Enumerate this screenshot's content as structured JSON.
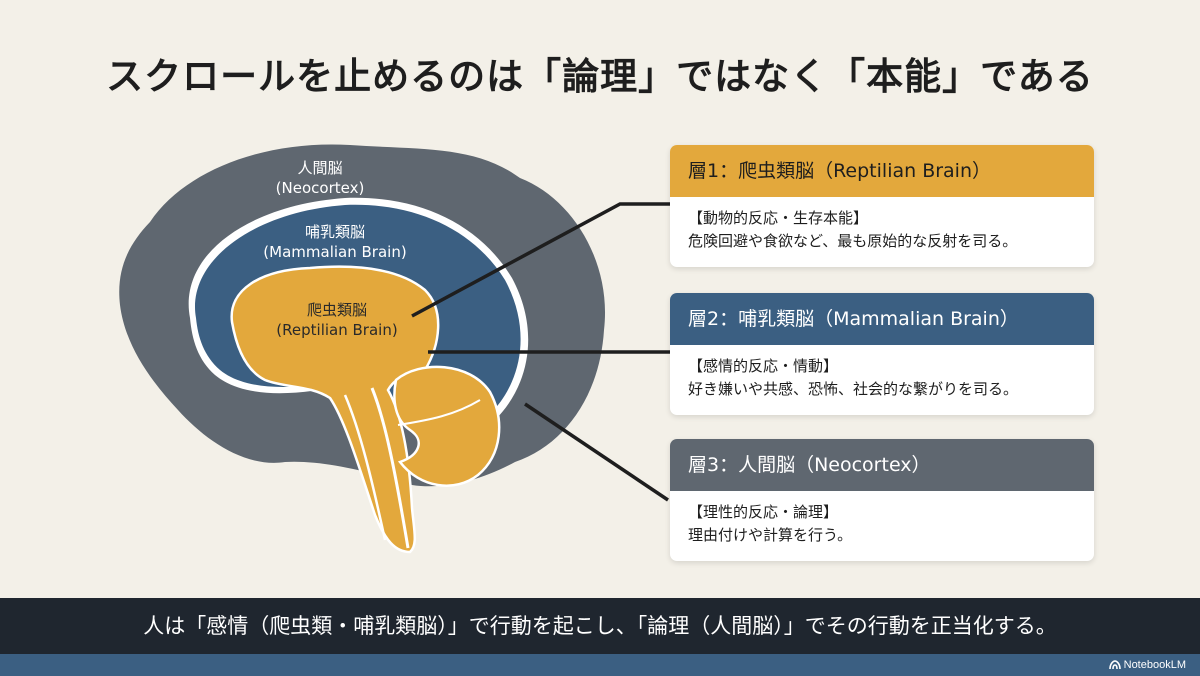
{
  "title": "スクロールを止めるのは「論理」ではなく「本能」である",
  "brain": {
    "neocortex": {
      "name": "人間脳",
      "sub": "(Neocortex)"
    },
    "mammalian": {
      "name": "哺乳類脳",
      "sub": "(Mammalian Brain)"
    },
    "reptilian": {
      "name": "爬虫類脳",
      "sub": "(Reptilian Brain)"
    }
  },
  "cards": [
    {
      "header": "層1：爬虫類脳（Reptilian Brain）",
      "tag": "【動物的反応・生存本能】",
      "desc": "危険回避や食欲など、最も原始的な反射を司る。"
    },
    {
      "header": "層2：哺乳類脳（Mammalian Brain）",
      "tag": "【感情的反応・情動】",
      "desc": "好き嫌いや共感、恐怖、社会的な繋がりを司る。"
    },
    {
      "header": "層3：人間脳（Neocortex）",
      "tag": "【理性的反応・論理】",
      "desc": "理由付けや計算を行う。"
    }
  ],
  "footer": "人は「感情（爬虫類・哺乳類脳）」で行動を起こし、「論理（人間脳）」でその行動を正当化する。",
  "brand": "NotebookLM",
  "colors": {
    "reptilian": "#e3a83c",
    "mammalian": "#3b5f82",
    "neocortex": "#5f6770",
    "background": "#f3f0e8"
  }
}
